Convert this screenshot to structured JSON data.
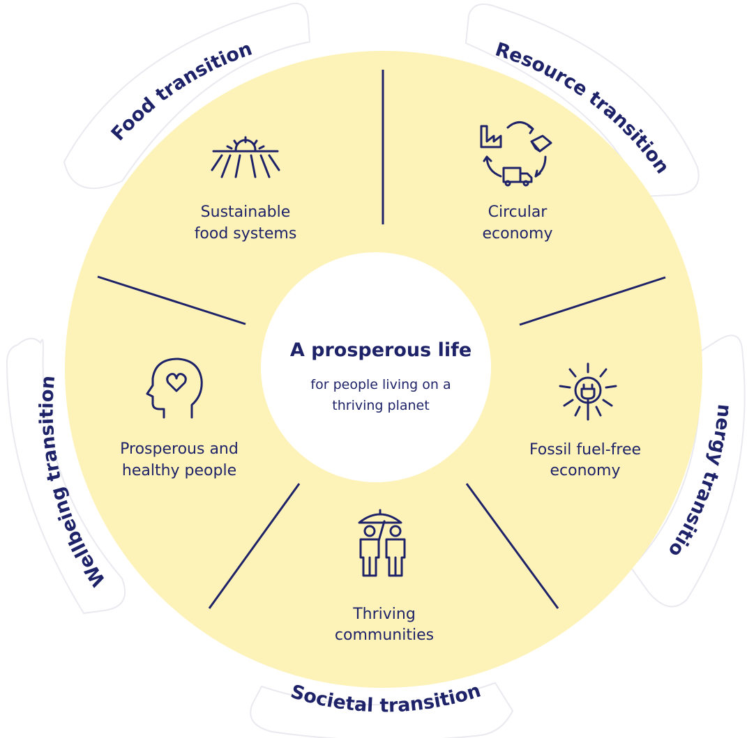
{
  "colors": {
    "ink": "#1e2268",
    "yellow": "#fdf2b8",
    "white": "#ffffff",
    "tab_shadow": "#e9e9ef"
  },
  "center": {
    "title": "A prosperous life",
    "subtitle_lines": [
      "for people living on a",
      "thriving planet"
    ]
  },
  "transitions": [
    {
      "id": "food",
      "label": "Food transition"
    },
    {
      "id": "resource",
      "label": "Resource transition"
    },
    {
      "id": "energy",
      "label": "Energy transition"
    },
    {
      "id": "societal",
      "label": "Societal transition"
    },
    {
      "id": "wellbeing",
      "label": "Wellbeing transition"
    }
  ],
  "segments": [
    {
      "id": "food",
      "lines": [
        "Sustainable",
        "food systems"
      ],
      "icon": "sun-over-field-icon"
    },
    {
      "id": "resource",
      "lines": [
        "Circular",
        "economy"
      ],
      "icon": "circular-economy-icon"
    },
    {
      "id": "energy",
      "lines": [
        "Fossil fuel-free",
        "economy"
      ],
      "icon": "plug-sun-icon"
    },
    {
      "id": "societal",
      "lines": [
        "Thriving",
        "communities"
      ],
      "icon": "people-under-umbrella-icon"
    },
    {
      "id": "wellbeing",
      "lines": [
        "Prosperous and",
        "healthy people"
      ],
      "icon": "head-with-heart-icon"
    }
  ]
}
